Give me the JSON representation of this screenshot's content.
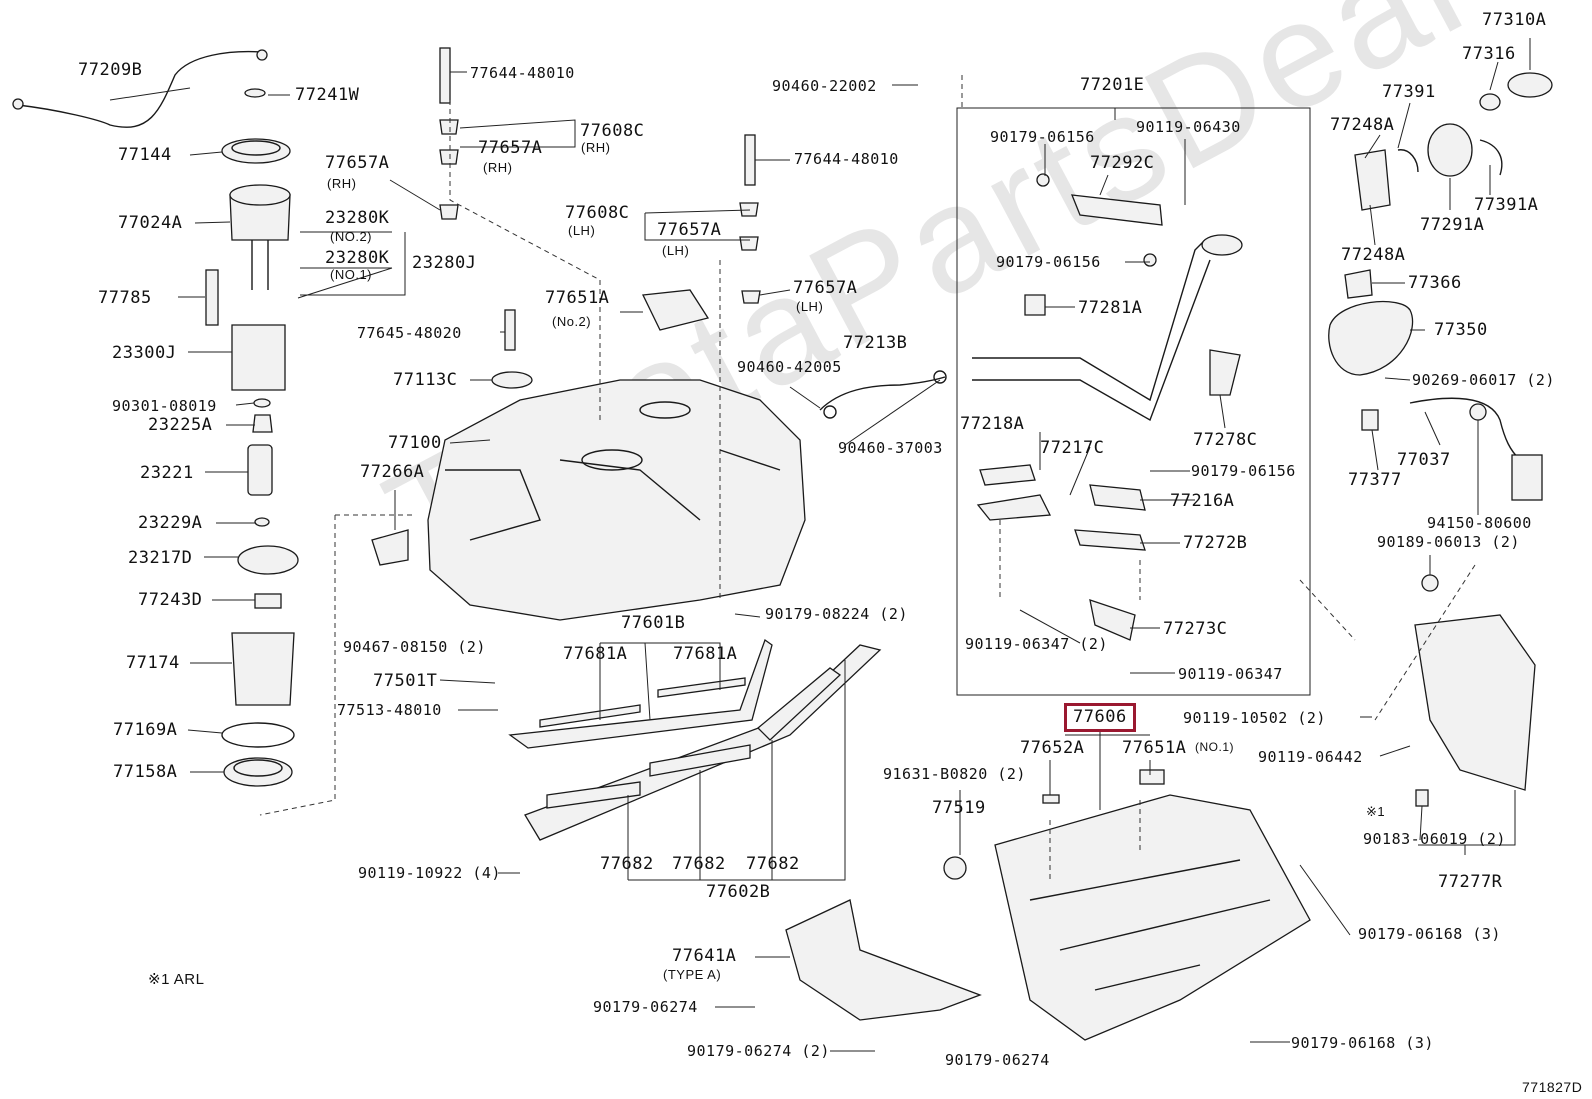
{
  "watermark": "ToyotaPartsDeal",
  "diagram_code": "771827D",
  "highlighted_part": "77606",
  "highlight_color": "#9a1830",
  "footnote": "※1   ARL",
  "labels": {
    "p77209B": "77209B",
    "p77241W": "77241W",
    "p77144": "77144",
    "p77024A": "77024A",
    "p23280K_no2": "23280K",
    "no2": "(NO.2)",
    "p23280K_no1": "23280K",
    "no1": "(NO.1)",
    "p23280J": "23280J",
    "p77785": "77785",
    "p23300J": "23300J",
    "p90301": "90301-08019",
    "p23225A": "23225A",
    "p23221": "23221",
    "p23229A": "23229A",
    "p23217D": "23217D",
    "p77243D": "77243D",
    "p77174": "77174",
    "p77169A": "77169A",
    "p77158A": "77158A",
    "p77644_a": "77644-48010",
    "p77657A_rh1": "77657A",
    "rh1": "(RH)",
    "p77608C_rh": "77608C",
    "rh2": "(RH)",
    "p77657A_rh2": "77657A",
    "rh3": "(RH)",
    "p77644_b": "77644-48010",
    "p77608C_lh": "77608C",
    "lh1": "(LH)",
    "p77657A_lh1": "77657A",
    "lh2": "(LH)",
    "p77657A_lh2": "77657A",
    "lh3": "(LH)",
    "p77651A_no2": "77651A",
    "no2b": "(No.2)",
    "p77645": "77645-48020",
    "p77113C": "77113C",
    "p77100": "77100",
    "p77266A": "77266A",
    "p77213B": "77213B",
    "p90460_42005": "90460-42005",
    "p90460_37003": "90460-37003",
    "p90460_22002": "90460-22002",
    "p90467": "90467-08150 (2)",
    "p77601B": "77601B",
    "p77681A_1": "77681A",
    "p77681A_2": "77681A",
    "p90179_08224": "90179-08224 (2)",
    "p77501T": "77501T",
    "p77513": "77513-48010",
    "p90119_10922": "90119-10922 (4)",
    "p77682_1": "77682",
    "p77682_2": "77682",
    "p77682_3": "77682",
    "p77602B": "77602B",
    "p77641A": "77641A",
    "typeA": "(TYPE A)",
    "p90179_06274_a": "90179-06274",
    "p90179_06274_b": "90179-06274 (2)",
    "p90179_06274_c": "90179-06274",
    "p77201E": "77201E",
    "p90179_06156_a": "90179-06156",
    "p90119_06430": "90119-06430",
    "p77292C": "77292C",
    "p90179_06156_b": "90179-06156",
    "p77281A": "77281A",
    "p77218A": "77218A",
    "p77217C": "77217C",
    "p77278C": "77278C",
    "p90179_06156_c": "90179-06156",
    "p77216A": "77216A",
    "p77272B": "77272B",
    "p90119_06347_a": "90119-06347 (2)",
    "p77273C": "77273C",
    "p90119_06347_b": "90119-06347",
    "p91631": "91631-B0820 (2)",
    "p77606": "77606",
    "p77652A": "77652A",
    "p77651A_no1": "77651A",
    "no1b": "(NO.1)",
    "p77519": "77519",
    "p90179_06168_a": "90179-06168 (3)",
    "p90179_06168_b": "90179-06168 (3)",
    "p77310A": "77310A",
    "p77316": "77316",
    "p77391_a": "77391",
    "p77248A_1": "77248A",
    "p77291A": "77291A",
    "p77391A": "77391A",
    "p77248A_2": "77248A",
    "p77366": "77366",
    "p77350": "77350",
    "p90269": "90269-06017 (2)",
    "p77037": "77037",
    "p77377": "77377",
    "p94150": "94150-80600",
    "p90189": "90189-06013 (2)",
    "p90119_10502": "90119-10502 (2)",
    "p90119_06442": "90119-06442",
    "star1": "※1",
    "p90183": "90183-06019 (2)",
    "p77277R": "77277R"
  }
}
